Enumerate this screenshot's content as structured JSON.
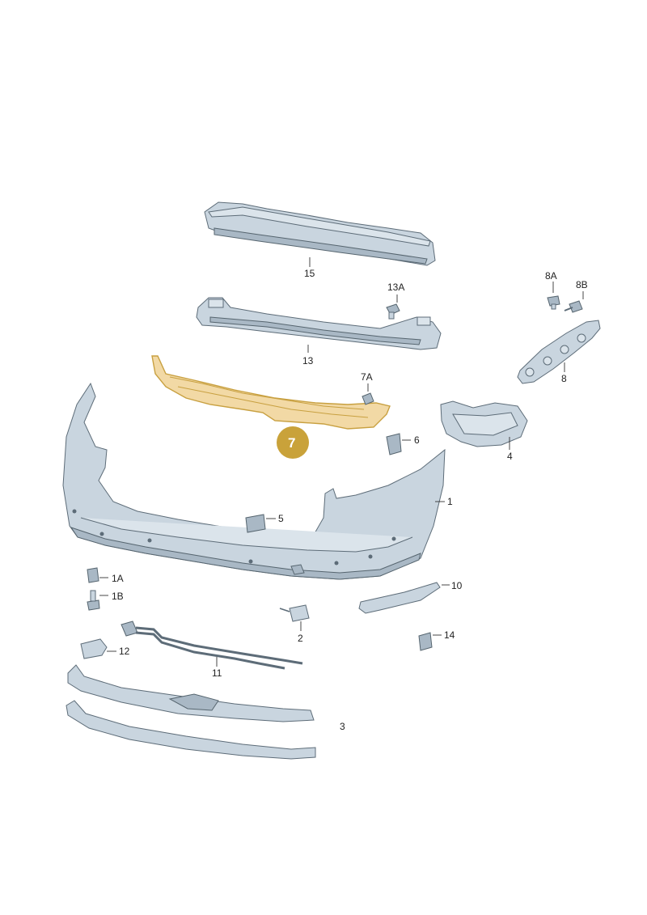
{
  "callouts": {
    "c15": "15",
    "c13A": "13A",
    "c13": "13",
    "c8A": "8A",
    "c8B": "8B",
    "c8": "8",
    "c7A": "7A",
    "c7": "7",
    "c6": "6",
    "c4": "4",
    "c1": "1",
    "c5": "5",
    "c1A": "1A",
    "c1B": "1B",
    "c10": "10",
    "c2": "2",
    "c14": "14",
    "c12": "12",
    "c11": "11",
    "c3": "3"
  },
  "colors": {
    "highlight_fill": "#c9a23a",
    "highlight_part": "#f2d9a5",
    "part_fill": "#c9d5df"
  }
}
